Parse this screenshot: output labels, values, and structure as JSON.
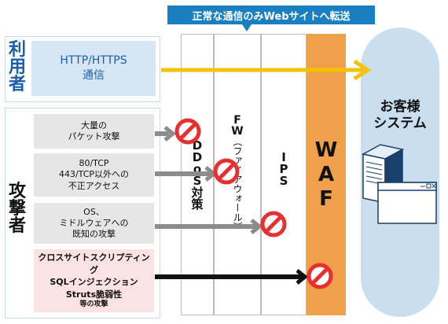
{
  "banner": {
    "text": "正常な通信のみWebサイトへ転送",
    "color": "#1a7fc1"
  },
  "user": {
    "label": "利用者",
    "box": "HTTP/HTTPS\n通信",
    "accent": "#1a5fa8"
  },
  "attacker": {
    "label": "攻撃者",
    "attacks": [
      {
        "text": "大量の\nパケット攻撃"
      },
      {
        "text": "80/TCP\n443/TCP以外への\n不正アクセス"
      },
      {
        "text": "OS、\nミドルウェアへの\n既知の攻撃"
      },
      {
        "text": "クロスサイトスクリプティング\nSQLインジェクション\nStruts脆弱性",
        "suffix": "等の攻撃"
      }
    ]
  },
  "layers": {
    "ddos": "DDoS対策",
    "fw": "FW（ファイアウォール）",
    "ips": "IPS",
    "waf": "WAF"
  },
  "system": {
    "label": "お客様\nシステム"
  },
  "colors": {
    "waf_fill": "#f0a04b",
    "system_fill": "#c9dff0",
    "user_arrow": "#f5c200",
    "gray_arrow": "#8c8c8c",
    "black_arrow": "#111111",
    "block_red": "#e83030",
    "attack_gray": "#e6e6e6",
    "attack_pink": "#fbe3e3"
  }
}
